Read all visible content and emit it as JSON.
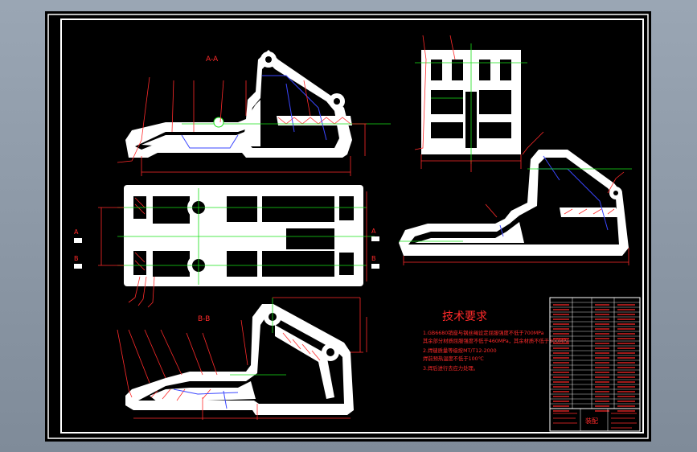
{
  "drawing": {
    "section_aa_label": "A-A",
    "section_bb_label": "B-B",
    "tech_title": "技术要求",
    "tech_notes": [
      "1.GB6680销座与钢丝绳设定屈服强度不低于700MPa",
      "  其余部分材质屈服强度不低于460MPa，其余材质不低于300MPa",
      "2.焊缝质量等级按MT/T12-2000",
      "  焊前预热温度不低于100℃",
      "3.焊后进行去应力处理。"
    ],
    "view_markers": {
      "left_a": "A",
      "left_b": "B",
      "right_a": "A",
      "right_b": "B"
    },
    "title_block_label": "装配"
  },
  "colors": {
    "background": "#000000",
    "outline": "#ffffff",
    "dimension": "#ff2a2a",
    "hidden_line": "#3a46ff",
    "center_line": "#19e019"
  }
}
